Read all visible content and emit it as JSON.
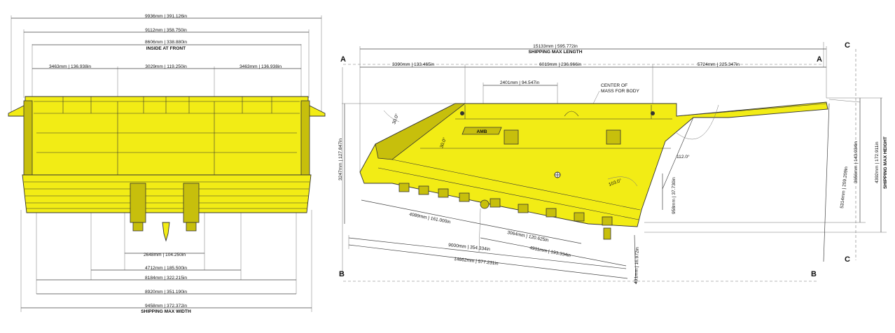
{
  "front_view": {
    "dims": [
      {
        "mm": "9936mm",
        "in": "391.126in"
      },
      {
        "mm": "9112mm",
        "in": "358.750in"
      },
      {
        "mm": "8606mm",
        "in": "338.880in",
        "note": "INSIDE AT FRONT"
      },
      {
        "mm": "3463mm",
        "in": "136.938in"
      },
      {
        "mm": "3029mm",
        "in": "119.250in"
      },
      {
        "mm": "3463mm",
        "in": "136.938in"
      },
      {
        "mm": "2648mm",
        "in": "104.250in"
      },
      {
        "mm": "4712mm",
        "in": "185.500in"
      },
      {
        "mm": "8184mm",
        "in": "322.215in"
      },
      {
        "mm": "8920mm",
        "in": "351.190in"
      },
      {
        "mm": "9458mm",
        "in": "372.372in",
        "note": "SHIPPING MAX WIDTH"
      }
    ]
  },
  "side_view": {
    "section_labels": {
      "a_left": "A",
      "a_right": "A",
      "b_left": "B",
      "b_right": "B",
      "c_top": "C",
      "c_bottom": "C"
    },
    "dims": {
      "length": {
        "mm": "15133mm",
        "in": "595.772in",
        "note": "SHIPPING MAX LENGTH"
      },
      "top_a": {
        "mm": "3390mm",
        "in": "133.465in"
      },
      "top_b": {
        "mm": "6019mm",
        "in": "236.966in"
      },
      "top_c": {
        "mm": "5724mm",
        "in": "225.347in"
      },
      "inner": {
        "mm": "2401mm",
        "in": "94.547in"
      },
      "left_height": {
        "mm": "3247mm",
        "in": "127.847in"
      },
      "inner_height": {
        "mm": "958mm",
        "in": "37.730in"
      },
      "right_a": {
        "mm": "3656mm",
        "in": "143.934in"
      },
      "right_b": {
        "mm": "4392mm",
        "in": "172.911in",
        "note": "SHIPPING MAX HEIGHT"
      },
      "diag": {
        "mm": "5314mm",
        "in": "209.209in"
      },
      "bottom_a": {
        "mm": "4089mm",
        "in": "161.000in"
      },
      "bottom_b": {
        "mm": "3064mm",
        "in": "120.625in"
      },
      "bottom_c": {
        "mm": "4911mm",
        "in": "193.334in"
      },
      "bottom_d": {
        "mm": "9000mm",
        "in": "354.334in"
      },
      "bottom_e": {
        "mm": "14662mm",
        "in": "577.231in"
      },
      "bottom_f": {
        "mm": "431mm",
        "in": "16.972in"
      }
    },
    "angles": {
      "a1": "30.0°",
      "a2": "30.0°",
      "a3": "112.0°",
      "a4": "103.0°"
    },
    "callout": {
      "line1": "CENTER OF",
      "line2": "MASS FOR BODY"
    },
    "logo_text": "AMB"
  }
}
